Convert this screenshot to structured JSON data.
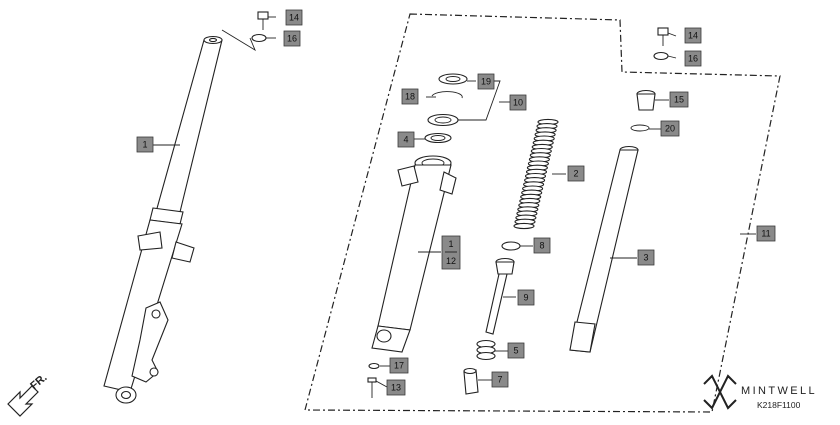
{
  "labels": {
    "fork_left": "1",
    "spring": "2",
    "fork_pipe": "3",
    "seal_4": "4",
    "spring_5": "5",
    "piece_7": "7",
    "ring_8": "8",
    "damper_rod": "9",
    "set_10": "10",
    "assembly_11": "11",
    "bolt_13": "13",
    "bolt_14_left": "14",
    "bolt_14_right": "14",
    "cap_15": "15",
    "washer_16_left": "16",
    "washer_16_right": "16",
    "washer_17": "17",
    "clip_18": "18",
    "seal_19": "19",
    "oring_20": "20",
    "slider_top": "1",
    "slider_bottom": "12"
  },
  "direction": "FR.",
  "brand": "MINTWELL",
  "diagram_code": "K218F1100",
  "colors": {
    "label_fill": "#8a8a8a",
    "line": "#222222"
  }
}
